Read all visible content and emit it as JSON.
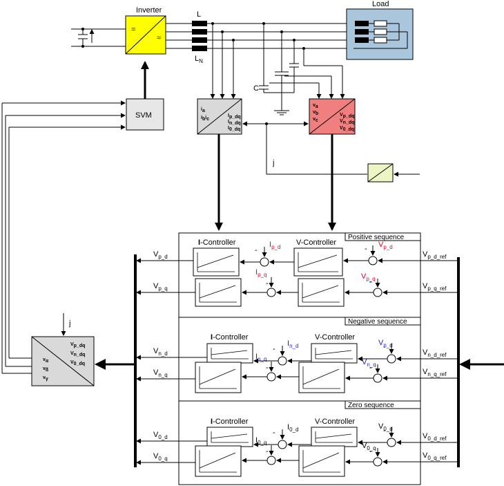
{
  "top": {
    "inverter_label": "Inverter",
    "inverter_dc": "=",
    "inverter_ac": "≈",
    "inductor_label": "L",
    "neutral_inductor_label": "L",
    "neutral_sub": "N",
    "load_label": "Load",
    "cap_label": "C"
  },
  "svm": {
    "label": "SVM"
  },
  "current_transform": {
    "in1": "i",
    "in1_sub": "a",
    "in2": "i",
    "in2_sub": "b",
    "in2b": "i",
    "in2b_sub": "c",
    "out1": "I",
    "out1_sub": "p_dq",
    "out2": "I",
    "out2_sub": "n_dq",
    "out3": "I",
    "out3_sub": "0_dq"
  },
  "voltage_transform": {
    "in1": "v",
    "in1_sub": "a",
    "in2": "v",
    "in2_sub": "b",
    "in3": "v",
    "in3_sub": "c",
    "out1": "V",
    "out1_sub": "p_dq",
    "out2": "V",
    "out2_sub": "n_dq",
    "out3": "V",
    "out3_sub": "0_dq"
  },
  "pll_angle": "j",
  "inverse_transform": {
    "angle": "j",
    "in1": "V",
    "in1_sub": "p_dq",
    "in2": "V",
    "in2_sub": "n_dq",
    "in3": "V",
    "in3_sub": "0_dq",
    "out1": "v",
    "out1_sub": "α",
    "out2": "v",
    "out2_sub": "ß",
    "out3": "v",
    "out3_sub": "γ"
  },
  "sections": {
    "positive": {
      "title": "Positive sequence",
      "i_ctrl_bold": "I",
      "i_ctrl_rest": "-Controller",
      "v_ctrl": "V-Controller",
      "i_d": "I",
      "i_d_sub": "p_d",
      "i_q": "I",
      "i_q_sub": "p_q",
      "v_d": "V",
      "v_d_sub": "p_d",
      "v_q": "V",
      "v_q_sub": "p_q",
      "out_d": "V",
      "out_d_sub": "p_d",
      "out_q": "V",
      "out_q_sub": "p_q",
      "ref_d": "V",
      "ref_d_sub": "p_d_ref",
      "ref_q": "V",
      "ref_q_sub": "p_q_ref"
    },
    "negative": {
      "title": "Negative sequence",
      "i_ctrl_bold": "I",
      "i_ctrl_rest": "-Controller",
      "v_ctrl": "V-Controller",
      "i_d": "I",
      "i_d_sub": "n_d",
      "i_q": "I",
      "i_q_sub": "n_q",
      "v_d": "V",
      "v_d_sub": "n_d",
      "v_q": "V",
      "v_q_sub": "n_q",
      "out_d": "V",
      "out_d_sub": "n_d",
      "out_q": "V",
      "out_q_sub": "n_q",
      "ref_d": "V",
      "ref_d_sub": "n_d_ref",
      "ref_q": "V",
      "ref_q_sub": "n_q_ref"
    },
    "zero": {
      "title": "Zero sequence",
      "i_ctrl_bold": "I",
      "i_ctrl_rest": "-Controller",
      "v_ctrl": "V-Controller",
      "i_d": "I",
      "i_d_sub": "0_d",
      "i_q": "I",
      "i_q_sub": "0_q",
      "v_d": "V",
      "v_d_sub": "0_d",
      "v_q": "V",
      "v_q_sub": "0_q",
      "out_d": "V",
      "out_d_sub": "0_d",
      "out_q": "V",
      "out_q_sub": "0_q",
      "ref_d": "V",
      "ref_d_sub": "0_d_ref",
      "ref_q": "V",
      "ref_q_sub": "0_q_ref"
    }
  },
  "minus_sign": "-",
  "colors": {
    "inverter": "#ffff00",
    "load": "#a9c6dc",
    "svm": "#e6e6e6",
    "current_block": "#d9d9d9",
    "voltage_block": "#f08080",
    "pll_block": "#eef5c4",
    "inverse_block": "#d9d9d9",
    "positive_ref": "#e0001a",
    "negative_ref": "#1a1acc"
  }
}
